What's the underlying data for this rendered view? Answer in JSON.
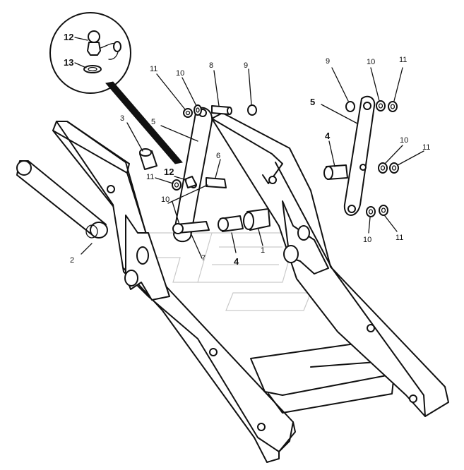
{
  "diagram": {
    "labels": {
      "l1": "1",
      "l2": "2",
      "l3": "3",
      "l4a": "4",
      "l4b": "4",
      "l5a": "5",
      "l5b": "5",
      "l6": "6",
      "l7": "7",
      "l8": "8",
      "l9a": "9",
      "l9b": "9",
      "l10a": "10",
      "l10b": "10",
      "l10c": "10",
      "l10d": "10",
      "l10e": "10",
      "l11a": "11",
      "l11b": "11",
      "l11c": "11",
      "l11d": "11",
      "l11e": "11",
      "l12a": "12",
      "l12b": "12",
      "l13": "13"
    }
  }
}
